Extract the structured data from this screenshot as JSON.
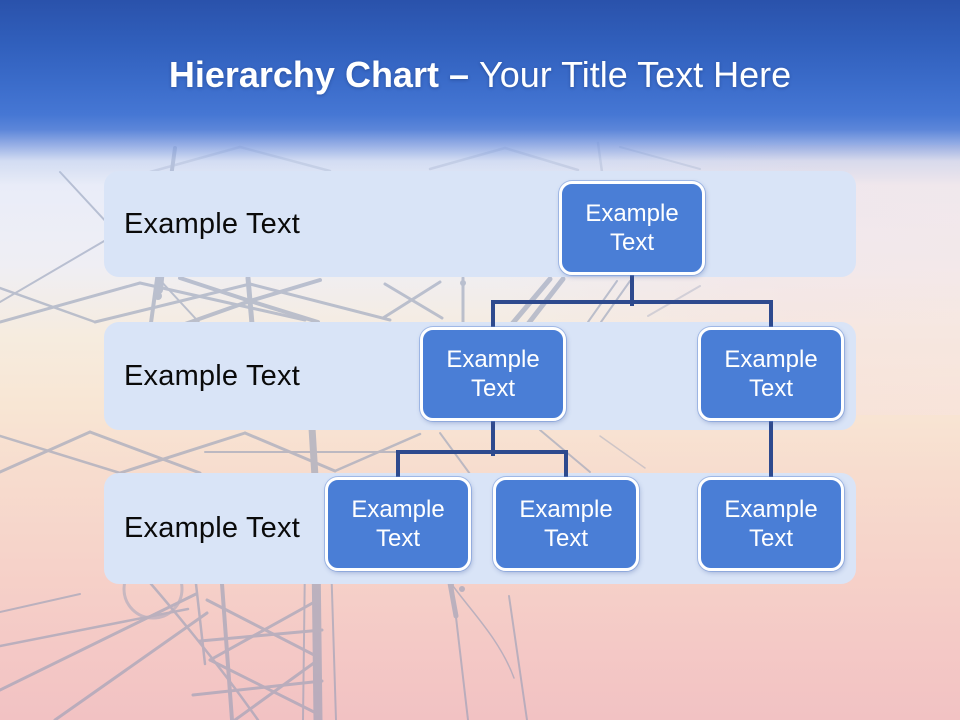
{
  "slide": {
    "title": {
      "bold": "Hierarchy Chart",
      "separator": "–",
      "regular": "Your Title Text Here"
    }
  },
  "rows": [
    {
      "label": "Example Text"
    },
    {
      "label": "Example Text"
    },
    {
      "label": "Example Text"
    }
  ],
  "nodes": {
    "root": {
      "label": "Example Text",
      "level": 1
    },
    "child_left": {
      "label": "Example Text",
      "level": 2,
      "parent": "root"
    },
    "child_right": {
      "label": "Example Text",
      "level": 2,
      "parent": "root"
    },
    "grandchild_1": {
      "label": "Example Text",
      "level": 3,
      "parent": "child_left"
    },
    "grandchild_2": {
      "label": "Example Text",
      "level": 3,
      "parent": "child_left"
    },
    "grandchild_3": {
      "label": "Example Text",
      "level": 3,
      "parent": "child_right"
    }
  },
  "colors": {
    "header_top": "#2a52ab",
    "header_mid": "#4a7ad6",
    "title_text": "#ffffff",
    "band_fill": "#d9e4f7",
    "node_fill": "#4a7ed6",
    "node_border": "#ffffff",
    "node_text": "#ffffff",
    "connector": "#2e4a8e",
    "row_label_text": "#0a0a0a",
    "bg_light": "#eaedf8",
    "bg_peach": "#f8e6d4",
    "bg_pink": "#f2c2c3",
    "pylon_silhouette": "#8d9ab6"
  }
}
